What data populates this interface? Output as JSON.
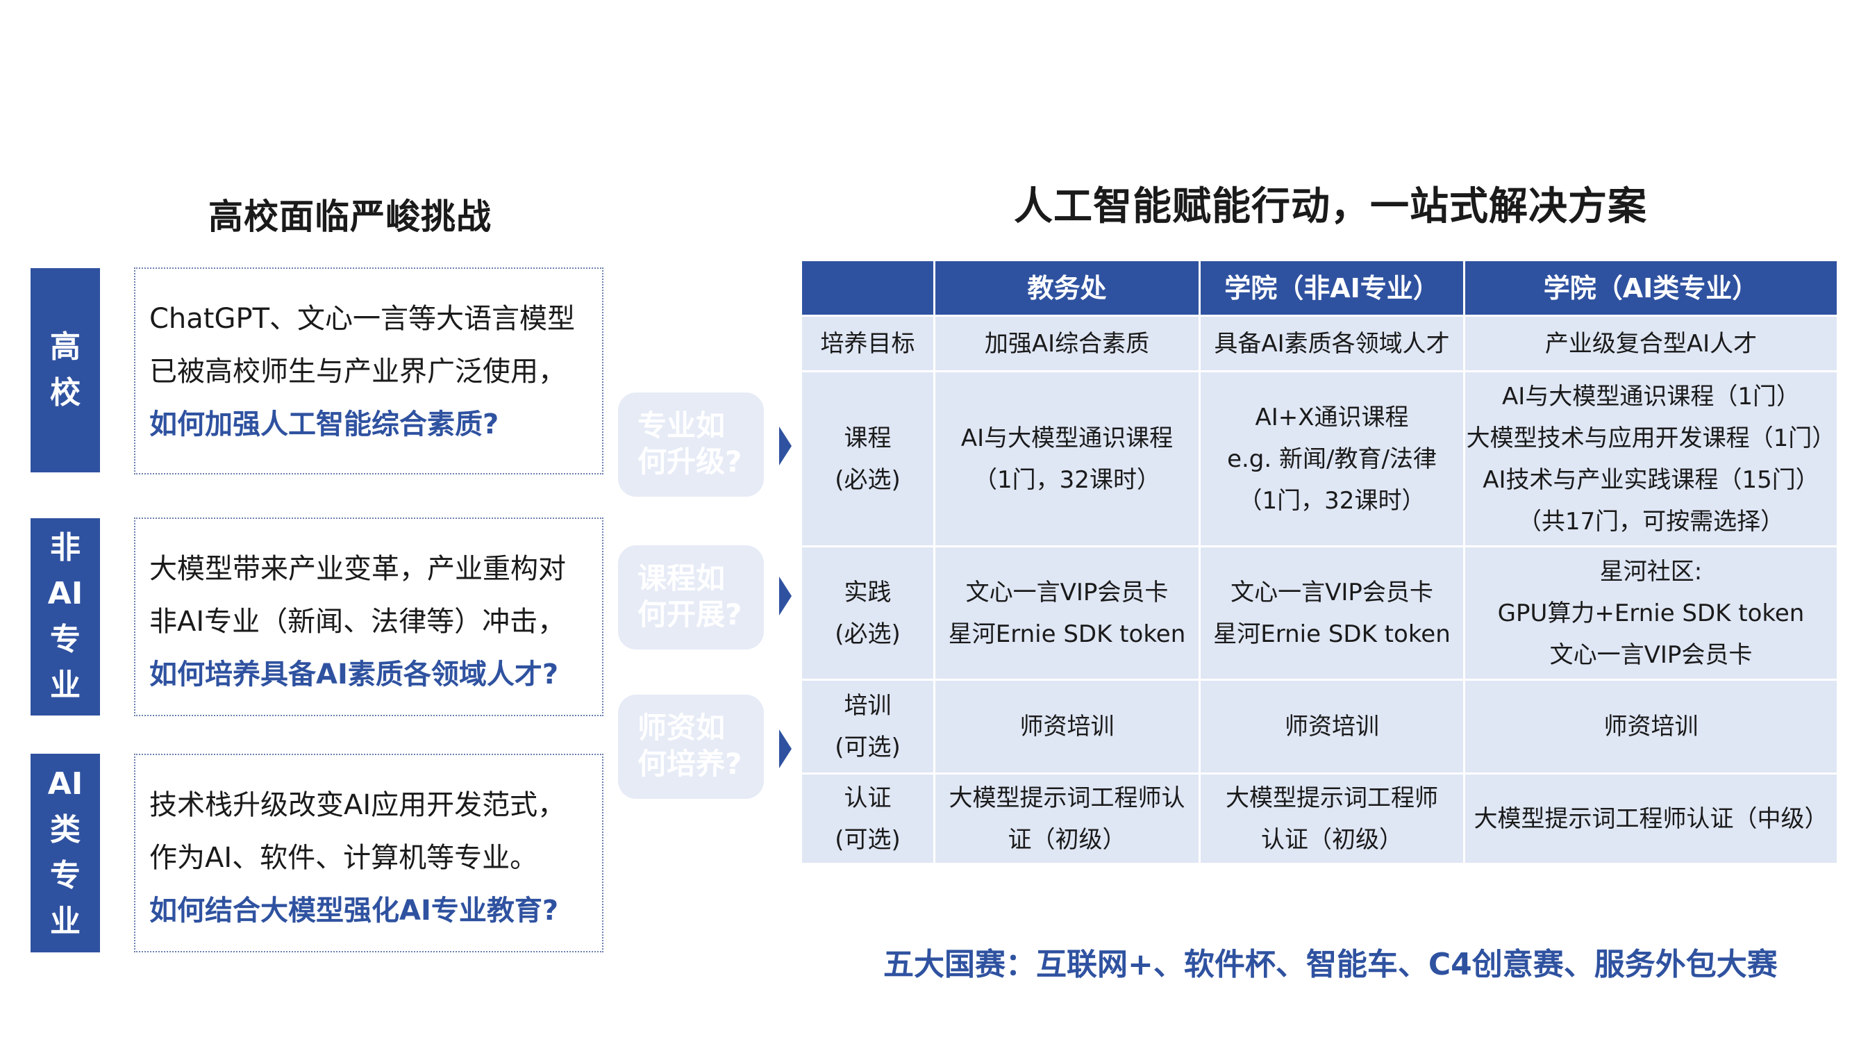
{
  "left": {
    "title": "高校面临严峻挑战",
    "rows": [
      {
        "tag": [
          "高",
          "校"
        ],
        "lines": [
          "ChatGPT、文心一言等大语言模型",
          "已被高校师生与产业界广泛使用，"
        ],
        "question": "如何加强人工智能综合素质?"
      },
      {
        "tag": [
          "非",
          "AI",
          "专",
          "业"
        ],
        "lines": [
          "大模型带来产业变革，产业重构对",
          "非AI专业（新闻、法律等）冲击，"
        ],
        "question": "如何培养具备AI素质各领域人才?"
      },
      {
        "tag": [
          "AI",
          "类",
          "专",
          "业"
        ],
        "lines": [
          "技术栈升级改变AI应用开发范式，",
          "作为AI、软件、计算机等专业。"
        ],
        "question": "如何结合大模型强化AI专业教育?"
      }
    ],
    "pills": [
      [
        "专业如",
        "何升级?"
      ],
      [
        "课程如",
        "何开展?"
      ],
      [
        "师资如",
        "何培养?"
      ]
    ]
  },
  "right": {
    "title": "人工智能赋能行动，一站式解决方案",
    "headers": [
      "",
      "教务处",
      "学院（非AI专业）",
      "学院（AI类专业）"
    ],
    "rows": [
      {
        "label": [
          "培养目标"
        ],
        "cells": [
          [
            "加强AI综合素质"
          ],
          [
            "具备AI素质各领域人才"
          ],
          [
            "产业级复合型AI人才"
          ]
        ]
      },
      {
        "label": [
          "课程",
          "(必选)"
        ],
        "cells": [
          [
            "AI与大模型通识课程",
            "（1门，32课时）"
          ],
          [
            "AI+X通识课程",
            "e.g. 新闻/教育/法律",
            "（1门，32课时）"
          ],
          [
            "AI与大模型通识课程（1门）",
            "大模型技术与应用开发课程（1门）",
            "AI技术与产业实践课程（15门）",
            "（共17门，可按需选择）"
          ]
        ]
      },
      {
        "label": [
          "实践",
          "(必选)"
        ],
        "cells": [
          [
            "文心一言VIP会员卡",
            "星河Ernie SDK token"
          ],
          [
            "文心一言VIP会员卡",
            "星河Ernie SDK token"
          ],
          [
            "星河社区:",
            "GPU算力+Ernie SDK token",
            "文心一言VIP会员卡"
          ]
        ]
      },
      {
        "label": [
          "培训",
          "(可选)"
        ],
        "cells": [
          [
            "师资培训"
          ],
          [
            "师资培训"
          ],
          [
            "师资培训"
          ]
        ]
      },
      {
        "label": [
          "认证",
          "(可选)"
        ],
        "cells": [
          [
            "大模型提示词工程师认",
            "证（初级）"
          ],
          [
            "大模型提示词工程师",
            "认证（初级）"
          ],
          [
            "大模型提示词工程师认证（中级）"
          ]
        ]
      }
    ]
  },
  "footer": "五大国赛：互联网+、软件杯、智能车、C4创意赛、服务外包大赛",
  "colors": {
    "accent": "#2f52a0",
    "cell_bg": "#dfe6f4",
    "pill_bg": "#e6ebf6"
  }
}
